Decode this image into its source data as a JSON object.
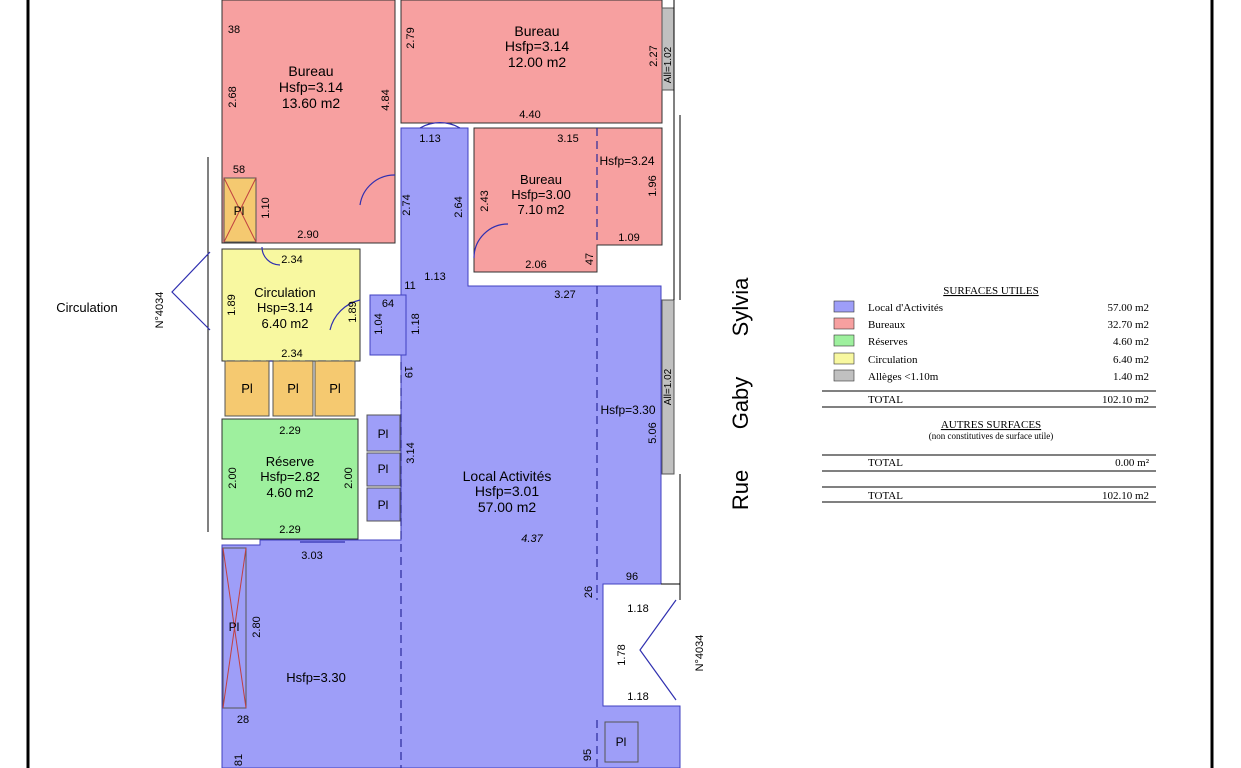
{
  "colors": {
    "local": "#9e9ef8",
    "bureau": "#f7a0a0",
    "reserve": "#9ef09e",
    "circulation": "#f8f8a0",
    "allege": "#c0c0c0",
    "pl": "#f5c970",
    "stroke": "#4040c0"
  },
  "rooms": {
    "bureau1": {
      "name": "Bureau",
      "h": "Hsfp=3.14",
      "area": "13.60 m2"
    },
    "bureau2": {
      "name": "Bureau",
      "h": "Hsfp=3.14",
      "area": "12.00 m2"
    },
    "bureau3": {
      "name": "Bureau",
      "h": "Hsfp=3.00",
      "area": "7.10 m2",
      "h2": "Hsfp=3.24"
    },
    "circulation": {
      "name": "Circulation",
      "h": "Hsp=3.14",
      "area": "6.40 m2"
    },
    "reserve": {
      "name": "Réserve",
      "h": "Hsfp=2.82",
      "area": "4.60 m2"
    },
    "local": {
      "name": "Local Activités",
      "h": "Hsfp=3.01",
      "area": "57.00 m2",
      "h2": "Hsfp=3.30",
      "h3": "Hsfp=3.30"
    }
  },
  "outside": {
    "circulation": "Circulation",
    "street": [
      "Rue",
      "Gaby",
      "Sylvia"
    ],
    "door_code": "N°4034",
    "allege_label": "All=1.02"
  },
  "pl_label": "Pl",
  "dims": {
    "d38": "38",
    "d268": "2.68",
    "d484": "4.84",
    "d58": "58",
    "d110": "1.10",
    "d290": "2.90",
    "d279": "2.79",
    "d227": "2.27",
    "d440": "4.40",
    "d113a": "1.13",
    "d274": "2.74",
    "d264": "2.64",
    "d113b": "1.13",
    "d11": "11",
    "d315": "3.15",
    "d243": "2.43",
    "d196": "1.96",
    "d109": "1.09",
    "d206": "2.06",
    "d47": "47",
    "d234a": "2.34",
    "d189a": "1.89",
    "d189b": "1.89",
    "d234b": "2.34",
    "d64": "64",
    "d104": "1.04",
    "d118a": "1.18",
    "d19": "19",
    "d229a": "2.29",
    "d200a": "2.00",
    "d200b": "2.00",
    "d229b": "2.29",
    "d327": "3.27",
    "d314": "3.14",
    "d506": "5.06",
    "d437": "4.37",
    "d303": "3.03",
    "d96": "96",
    "d26": "26",
    "d118b": "1.18",
    "d178": "1.78",
    "d118c": "1.18",
    "d280": "2.80",
    "d28": "28",
    "d81": "81",
    "d95": "95"
  },
  "legend": {
    "title": "SURFACES UTILES",
    "items": [
      {
        "label": "Local d'Activités",
        "value": "57.00 m2",
        "color": "#9e9ef8"
      },
      {
        "label": "Bureaux",
        "value": "32.70 m2",
        "color": "#f7a0a0"
      },
      {
        "label": "Réserves",
        "value": "4.60 m2",
        "color": "#9ef09e"
      },
      {
        "label": "Circulation",
        "value": "6.40 m2",
        "color": "#f8f8a0"
      },
      {
        "label": "Allèges <1.10m",
        "value": "1.40 m2",
        "color": "#c0c0c0"
      }
    ],
    "total_label": "TOTAL",
    "total_value": "102.10 m2",
    "other_title": "AUTRES SURFACES",
    "other_subtitle": "(non constitutives de surface utile)",
    "other_total_label": "TOTAL",
    "other_total_value": "0.00 m²",
    "grand_total_label": "TOTAL",
    "grand_total_value": "102.10 m2"
  }
}
